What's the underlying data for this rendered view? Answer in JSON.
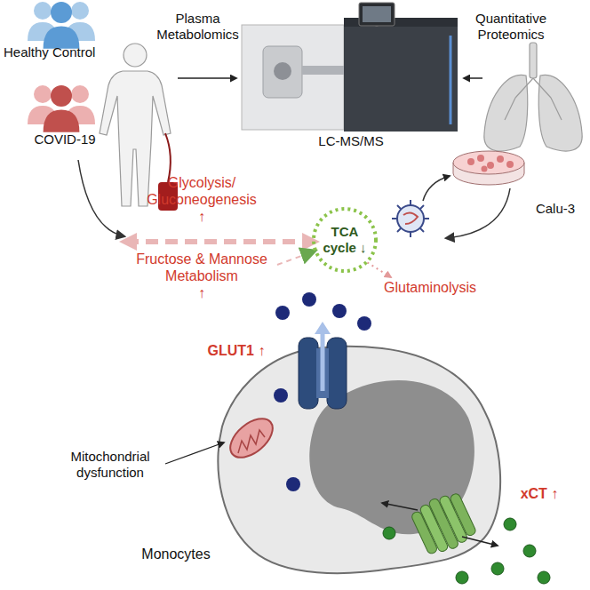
{
  "diagram": {
    "nodes": [
      {
        "text": [
          "LC-MS/MS"
        ]
      },
      {
        "text": [
          "Calu-3"
        ]
      },
      {
        "text": [
          "Glycolysis/ Gluconeogenesis",
          "↑"
        ]
      },
      {
        "text": [
          "TCA cycle ↓"
        ]
      },
      {
        "text": [
          "Fructose & Mannose Metabolism",
          "↑"
        ]
      },
      {
        "text": [
          "Glutaminolysis"
        ]
      },
      {
        "text": [
          "Monocytes"
        ]
      }
    ],
    "edges": [
      {
        "from": 2,
        "to": 3,
        "arrow": "both"
      },
      {
        "from": 4,
        "to": 3,
        "arrow": "to"
      },
      {
        "from": 3,
        "to": 5,
        "arrow": "to"
      }
    ],
    "labels": [
      "Healthy Control",
      "COVID-19",
      "Plasma Metabolomics",
      "Quantitative Proteomics",
      "GLUT1 ↑",
      "Mitochondrial dysfunction",
      "xCT ↑"
    ]
  }
}
